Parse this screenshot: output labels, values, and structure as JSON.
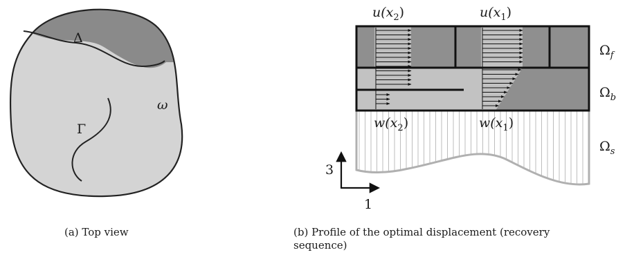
{
  "panel_a": {
    "labels": {
      "delta": "Δ",
      "omega": "ω",
      "gamma": "Γ"
    },
    "caption": "(a)  Top view",
    "colors": {
      "region_fill": "#d4d4d4",
      "delta_fill": "#8a8a8a",
      "outline": "#222222"
    }
  },
  "panel_b": {
    "top_labels": {
      "u_x2": "u(x",
      "u_x2_sub": "2",
      "u_x1": "u(x",
      "u_x1_sub": "1",
      "close": ")"
    },
    "mid_labels": {
      "w_x2": "w(x",
      "w_x2_sub": "2",
      "w_x1": "w(x",
      "w_x1_sub": "1",
      "close": ")"
    },
    "region_labels": {
      "omega_f": "Ω",
      "omega_f_sub": "f",
      "omega_b": "Ω",
      "omega_b_sub": "b",
      "omega_s": "Ω",
      "omega_s_sub": "s"
    },
    "axes": {
      "vertical": "3",
      "horizontal": "1"
    },
    "caption_line1": "(b)  Profile of the optimal displacement (recovery",
    "caption_line2": "sequence)",
    "colors": {
      "layer_f": "#8f8f8f",
      "layer_b": "#c2c2c2",
      "substrate_lines": "#b8b8b8",
      "outline": "#111111"
    }
  }
}
